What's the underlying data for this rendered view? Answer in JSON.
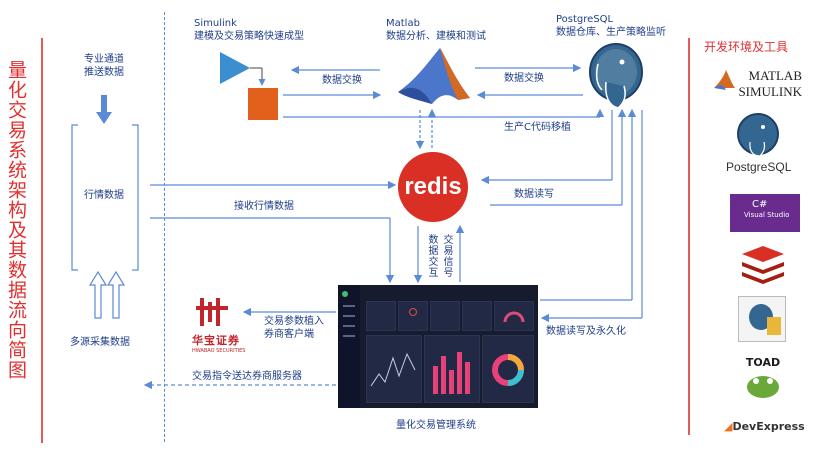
{
  "title": "量化交易系统架构及其数据流向简图",
  "left": {
    "dedicated_channel": "专业通道",
    "push_data": "推送数据",
    "market_data": "行情数据",
    "multi_source": "多源采集数据"
  },
  "simulink": {
    "name": "Simulink",
    "desc": "建模及交易策略快速成型"
  },
  "matlab": {
    "name": "Matlab",
    "desc": "数据分析、建模和测试"
  },
  "postgres": {
    "name": "PostgreSQL",
    "desc": "数据仓库、生产策略监听"
  },
  "flows": {
    "data_exchange_1": "数据交换",
    "data_exchange_2": "数据交换",
    "c_code": "生产C代码移植",
    "data_rw": "数据读写",
    "receive_market": "接收行情数据",
    "data_interaction": "数据交互",
    "trade_signal": "交易信号",
    "persist": "数据读写及永久化",
    "trade_params_1": "交易参数植入",
    "trade_params_2": "券商客户端",
    "order_send": "交易指令送达券商服务器"
  },
  "redis": {
    "label": "redis"
  },
  "broker": {
    "name": "华宝证券",
    "name_en": "HWABAO SECURITIES"
  },
  "system_label": "量化交易管理系统",
  "tools": {
    "heading": "开发环境及工具",
    "matlab_line1": "MATLAB",
    "matlab_line2": "SIMULINK",
    "postgres": "PostgreSQL",
    "vs_line1": "C#",
    "vs_line2": "Visual Studio",
    "toad": "TOAD",
    "devexpress": "DevExpress"
  },
  "colors": {
    "accent_red": "#e03030",
    "label_blue": "#1f3f88",
    "arrow_blue": "#5b8ad6",
    "redis_red": "#d92f24",
    "dashboard_bg": "#161b2e"
  }
}
